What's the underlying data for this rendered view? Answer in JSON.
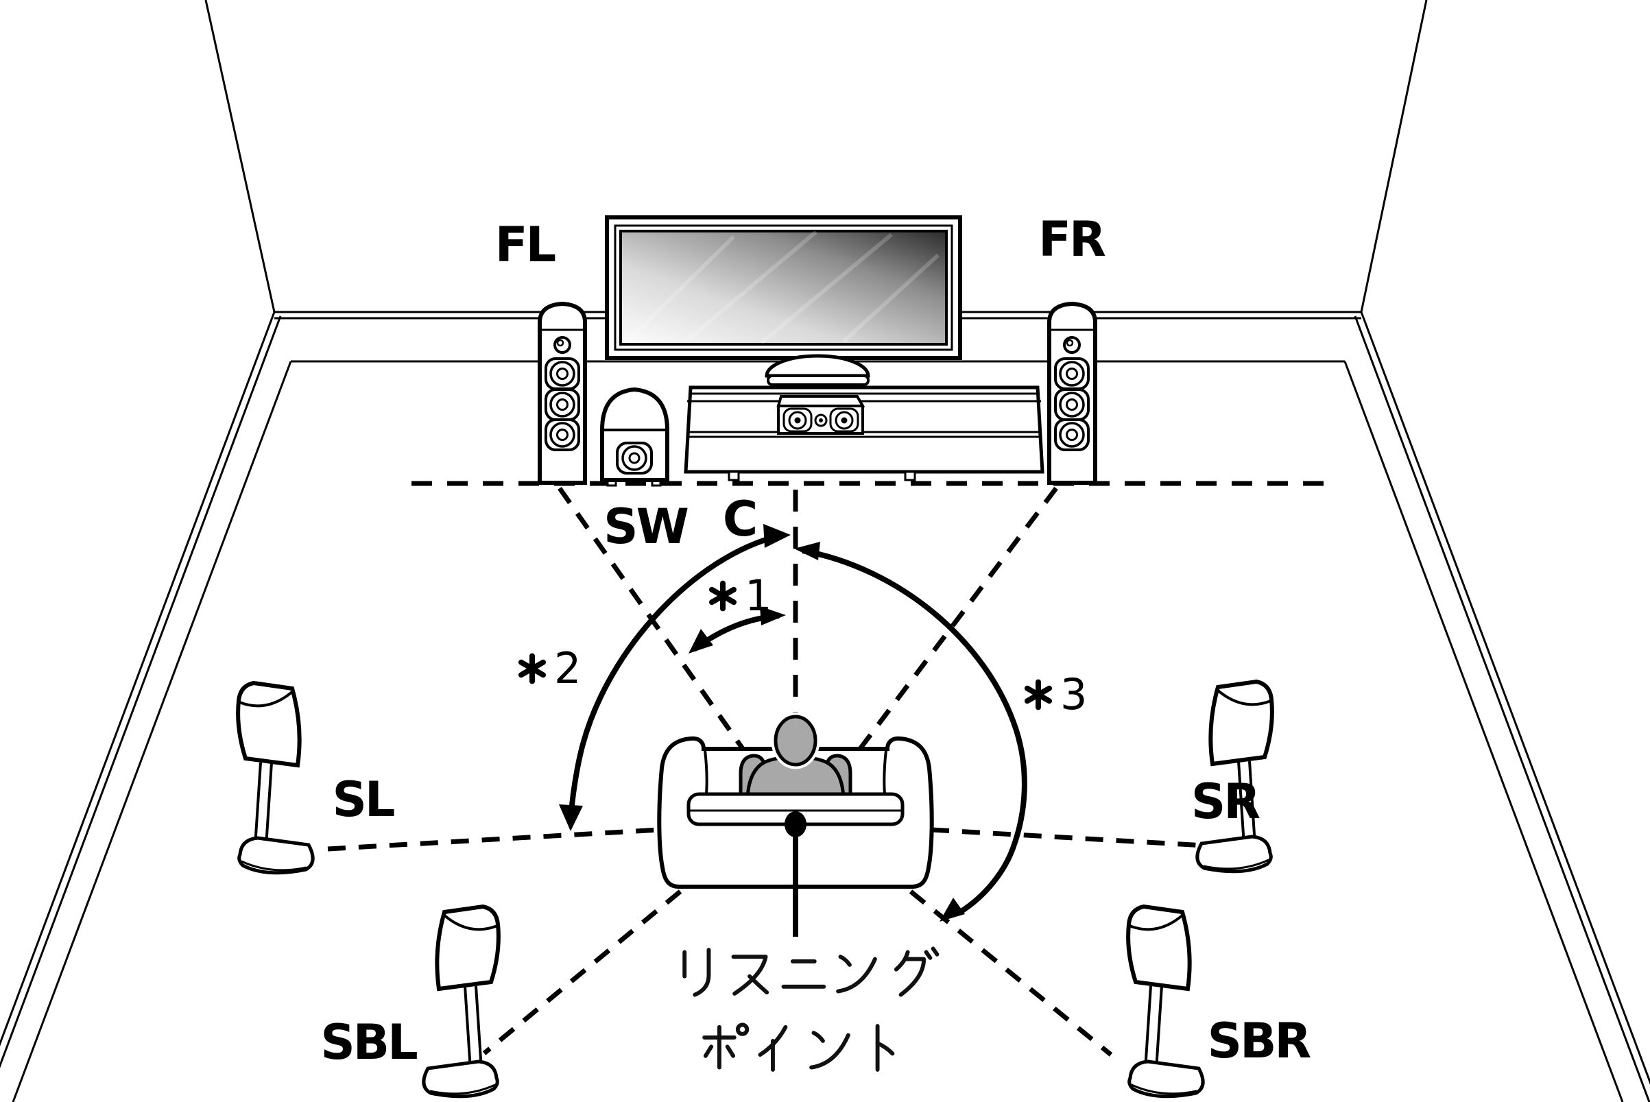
{
  "figure": {
    "type": "7.1-surround-speaker-placement-diagram",
    "labels": {
      "front_left": "FL",
      "front_right": "FR",
      "center": "C",
      "subwoofer": "SW",
      "surround_left": "SL",
      "surround_right": "SR",
      "surround_back_left": "SBL",
      "surround_back_right": "SBR"
    },
    "annotations": [
      {
        "digit": "1"
      },
      {
        "digit": "2"
      },
      {
        "digit": "3"
      }
    ],
    "listening_point_label": {
      "line1": "リスニング",
      "line2": "ポイント"
    },
    "colors": {
      "ink": "#000000",
      "person_fill": "#a8a8a8",
      "screen_dark": "#303030",
      "screen_light": "#f7f7f7",
      "background": "#ffffff"
    }
  }
}
